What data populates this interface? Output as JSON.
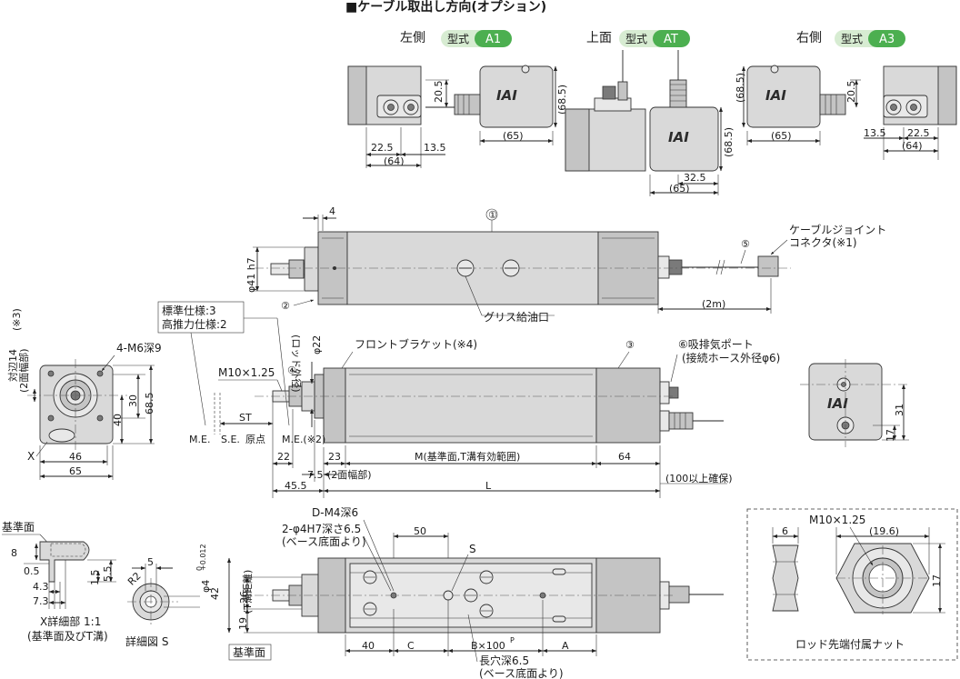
{
  "header": {
    "title": "■ケーブル取出し方向(オプション)"
  },
  "directions": [
    {
      "side": "左側",
      "model_label": "型式",
      "model": "A1"
    },
    {
      "side": "上面",
      "model_label": "型式",
      "model": "AT"
    },
    {
      "side": "右側",
      "model_label": "型式",
      "model": "A3"
    }
  ],
  "colors": {
    "pill_bg": "#d7ecd2",
    "pill_accent": "#4caf50"
  },
  "brand": "IAI",
  "dims_top": {
    "left_h": "20.5",
    "left_22": "22.5",
    "left_135": "13.5",
    "left_64": "(64)",
    "left_685": "(68.5)",
    "left_65": "(65)",
    "top_685": "(68.5)",
    "top_325": "32.5",
    "top_65": "(65)",
    "right_685": "(68.5)",
    "right_65": "(65)",
    "right_h": "20.5",
    "right_135": "13.5",
    "right_22": "22.5",
    "right_64": "(64)"
  },
  "side_view": {
    "d4": "4",
    "phi41": "φ41 h7",
    "n1": "①",
    "n2": "②",
    "n5": "⑤",
    "cable_joint_1": "ケーブルジョイント",
    "cable_joint_2": "コネクタ(※1)",
    "len2m": "(2m)",
    "grease": "グリス給油口"
  },
  "front_view": {
    "std1": "標準仕様:3",
    "std2": "高推力仕様:2",
    "phi22": "φ22",
    "rod_od": "(ロッド外径)",
    "front_bracket": "フロントブラケット(※4)",
    "n3": "③",
    "n4": "④",
    "port1": "⑥吸排気ポート",
    "port2": "(接続ホース外径φ6)",
    "m10": "M10×1.25",
    "st": "ST",
    "me": "M.E.",
    "se": "S.E.",
    "origin": "原点",
    "me2": "M.E.(※2)",
    "d22": "22",
    "d23": "23",
    "m_label": "M(基準面,T溝有効範囲)",
    "d64": "64",
    "d75": "7.5",
    "two_face": "(2面幅部)",
    "d455": "45.5",
    "l": "L",
    "secure": "(100以上確保)"
  },
  "end_view": {
    "across": "対辺14",
    "across2": "(2面幅部)",
    "note3": "(※3)",
    "m6": "4-M6深9",
    "d30": "30",
    "d40": "40",
    "d685": "68.5",
    "x": "X",
    "d46": "46",
    "d65": "65"
  },
  "rear_view": {
    "d31": "31",
    "d17": "17"
  },
  "bottom_view": {
    "dm4": "D-M4深6",
    "pin1": "2-φ4H7深さ6.5",
    "pin2": "(ベース底面より)",
    "d50": "50",
    "s": "S",
    "d26": "26",
    "t_dist1": "42",
    "t_dist2": "(T溝距離)",
    "d19": "19",
    "base_face": "基準面",
    "d40": "40",
    "c": "C",
    "b100": "B×100",
    "p": "P",
    "a": "A",
    "slot1": "長穴深6.5",
    "slot2": "(ベース底面より)"
  },
  "detail_x": {
    "ref": "基準面",
    "d8": "8",
    "d05": "0.5",
    "d43": "4.3",
    "d73": "7.3",
    "d15": "1.5",
    "d55": "5.5",
    "cap1": "X詳細部 1:1",
    "cap2": "(基準面及びT溝)"
  },
  "detail_s": {
    "d5": "5",
    "r2": "R2",
    "phi4": "φ4",
    "tol_up": "+0.012",
    "tol_lo": "0",
    "cap": "詳細図 S"
  },
  "nut": {
    "d6": "6",
    "m10": "M10×1.25",
    "d196": "(19.6)",
    "d17": "17",
    "cap": "ロッド先端付属ナット"
  }
}
